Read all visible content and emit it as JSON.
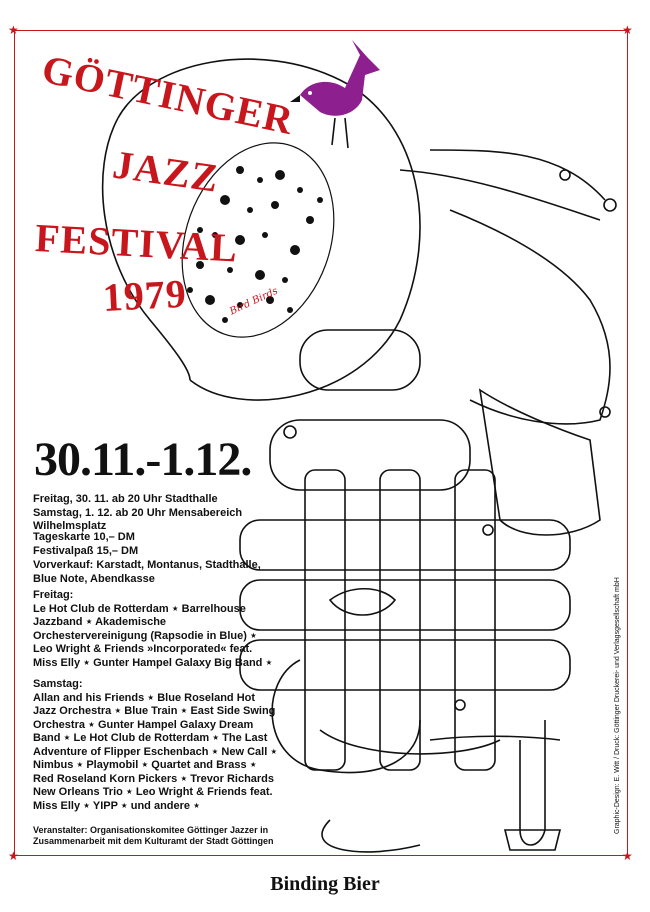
{
  "title": {
    "line1": "GÖTTINGER",
    "line2": "JAZZ",
    "line3": "FESTIVAL",
    "line4": "1979"
  },
  "signature": "Bird Birds",
  "dates": "30.11.-1.12.",
  "schedule": [
    "Freitag, 30. 11. ab 20 Uhr Stadthalle",
    "Samstag, 1. 12. ab 20 Uhr Mensabereich Wilhelmsplatz"
  ],
  "prices": [
    "Tageskarte 10,– DM",
    "Festivalpaß 15,– DM"
  ],
  "presale": "Vorverkauf: Karstadt, Montanus, Stadthalle, Blue Note, Abendkasse",
  "friday": {
    "heading": "Freitag:",
    "lineup": "Le Hot Club de Rotterdam ⋆ Barrelhouse Jazzband ⋆ Akademische Orchestervereinigung (Rapsodie in Blue) ⋆ Leo Wright & Friends »Incorporated« feat. Miss Elly ⋆ Gunter Hampel Galaxy Big Band ⋆"
  },
  "saturday": {
    "heading": "Samstag:",
    "lineup": "Allan and his Friends ⋆ Blue Roseland Hot Jazz Orchestra ⋆ Blue Train ⋆ East Side Swing Orchestra ⋆ Gunter Hampel Galaxy Dream Band ⋆ Le Hot Club de Rotterdam ⋆ The Last Adventure of Flipper Eschenbach ⋆ New Call ⋆ Nimbus ⋆ Playmobil ⋆ Quartet and Brass ⋆ Red Roseland Korn Pickers ⋆ Trevor Richards New Orleans Trio ⋆ Leo Wright & Friends feat. Miss Elly ⋆ YIPP ⋆ und andere ⋆"
  },
  "organizer": "Veranstalter: Organisationskomitee Göttinger Jazzer in Zusammenarbeit mit dem Kulturamt der Stadt Göttingen",
  "sponsor": "Binding Bier",
  "credit": "Graphic-Design: E. Witt / Druck: Göttinger Druckerei- und Verlagsgesellschaft mbH",
  "colors": {
    "red": "#c8161d",
    "bird": "#8e1f8e",
    "ink": "#111111"
  }
}
